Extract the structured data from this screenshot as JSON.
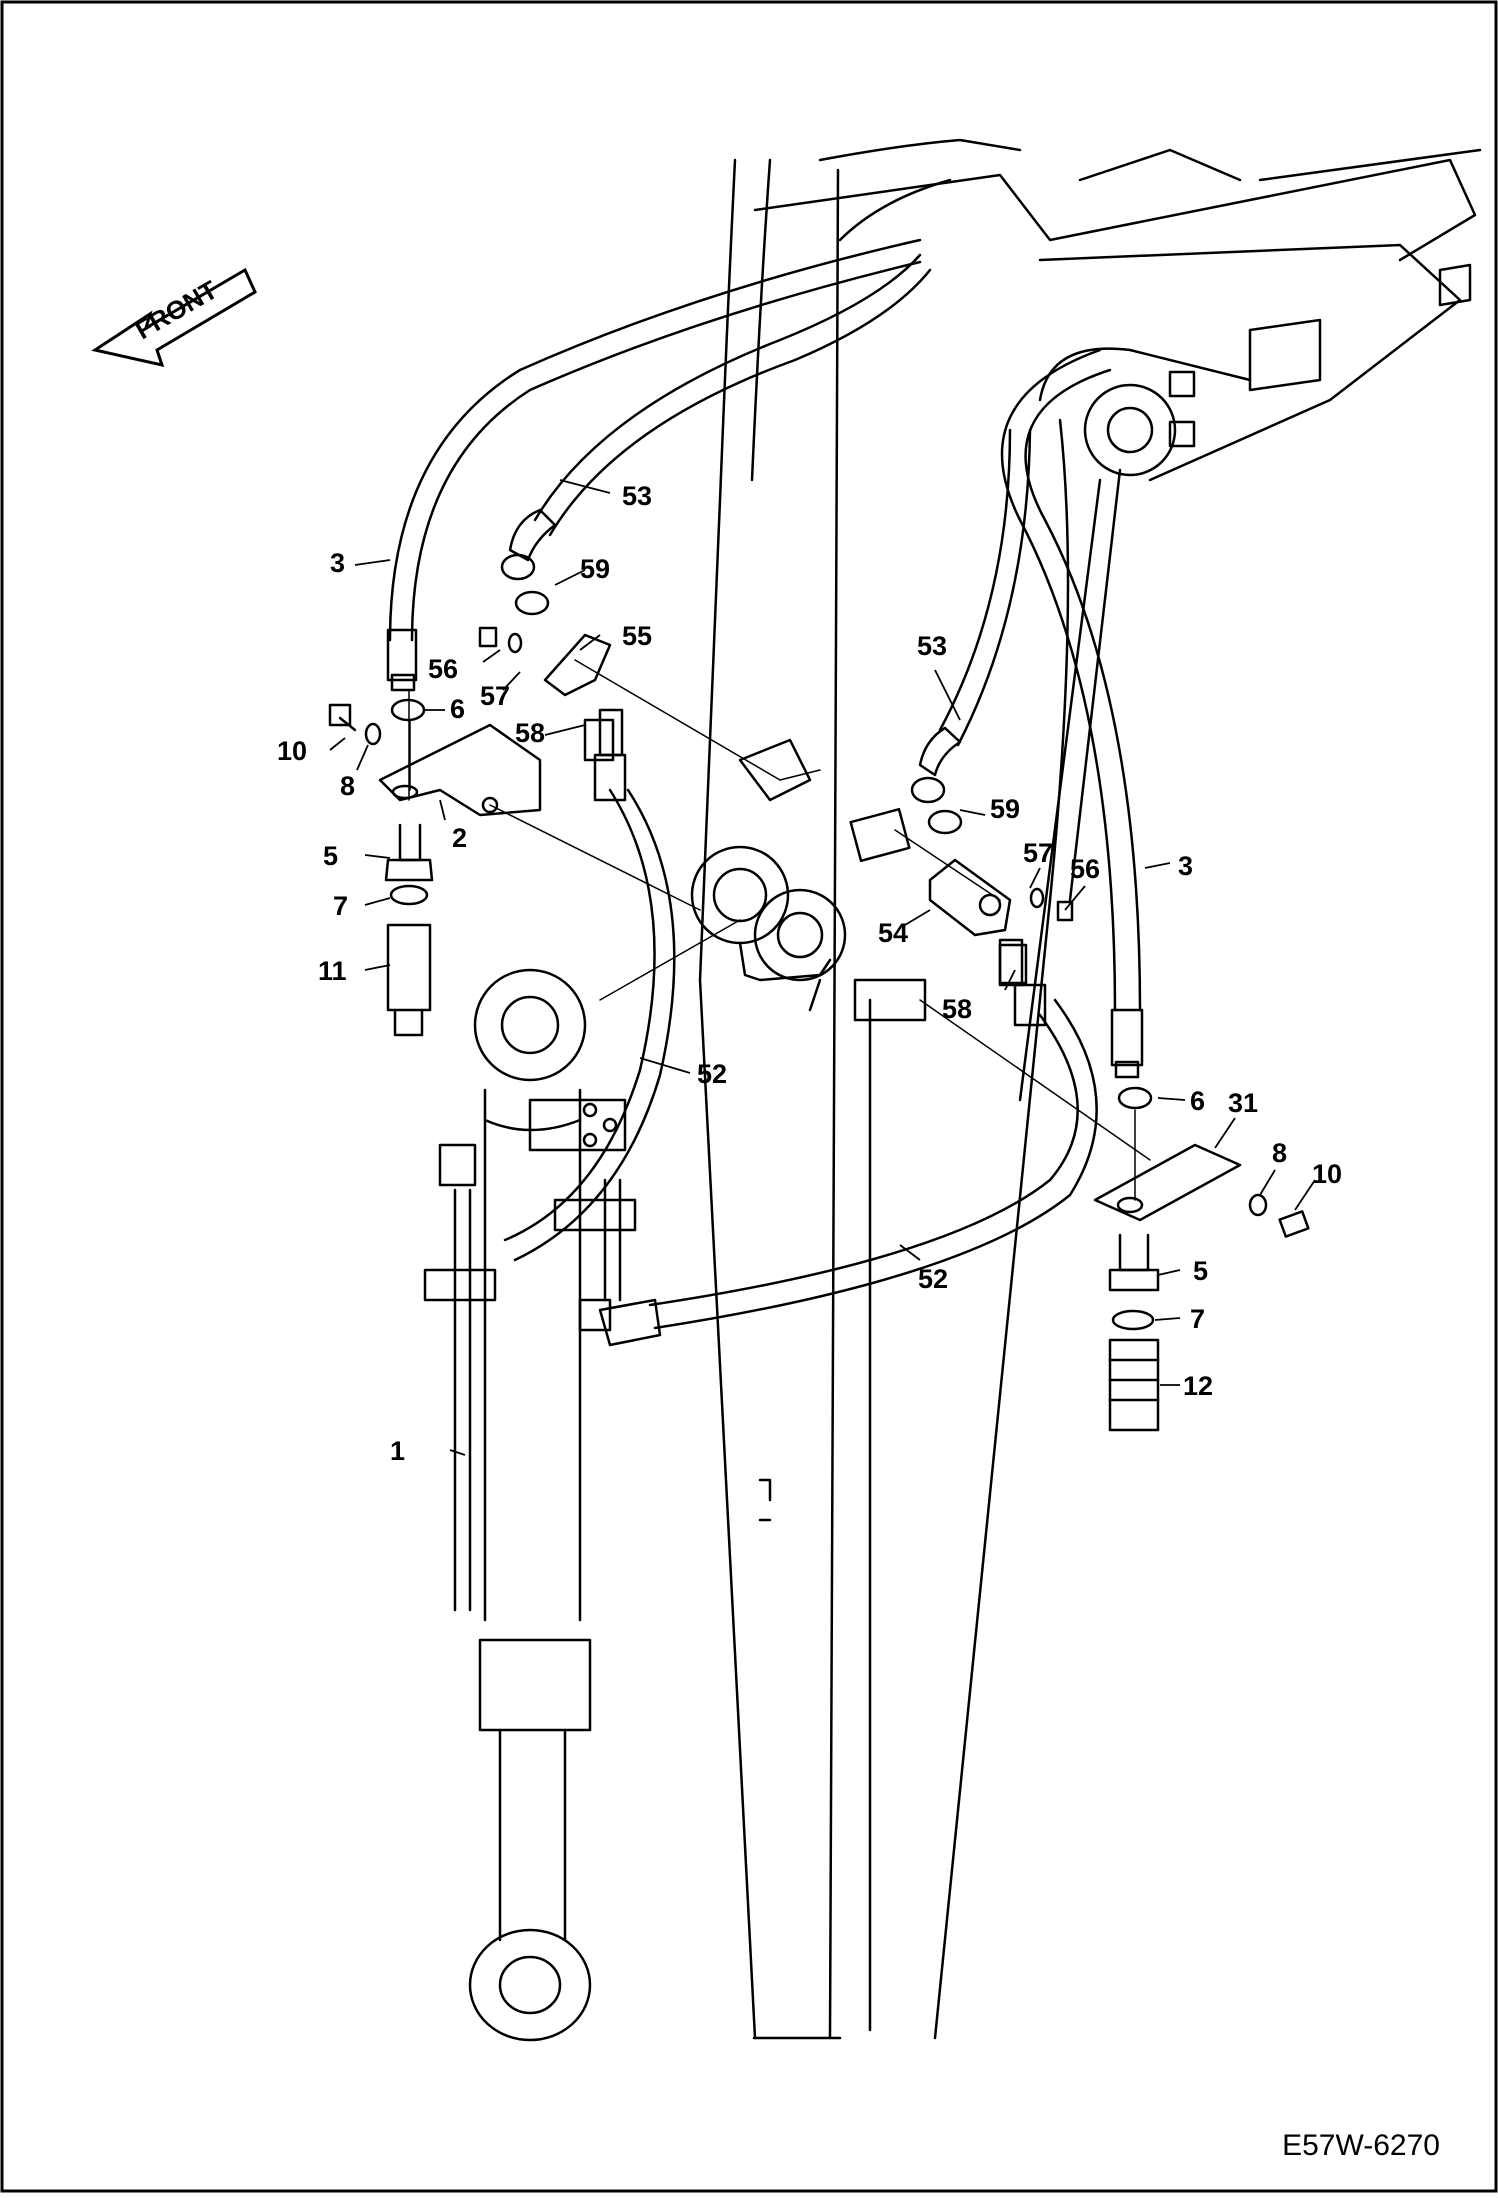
{
  "direction_label": "FRONT",
  "drawing_code": "E57W-6270",
  "callouts": {
    "p1": "1",
    "p2": "2",
    "p3a": "3",
    "p3b": "3",
    "p5a": "5",
    "p5b": "5",
    "p6a": "6",
    "p6b": "6",
    "p7a": "7",
    "p7b": "7",
    "p8a": "8",
    "p8b": "8",
    "p10a": "10",
    "p10b": "10",
    "p11": "11",
    "p12": "12",
    "p31": "31",
    "p52a": "52",
    "p52b": "52",
    "p53a": "53",
    "p53b": "53",
    "p54": "54",
    "p55": "55",
    "p56a": "56",
    "p56b": "56",
    "p57a": "57",
    "p57b": "57",
    "p58a": "58",
    "p58b": "58",
    "p59a": "59",
    "p59b": "59"
  }
}
